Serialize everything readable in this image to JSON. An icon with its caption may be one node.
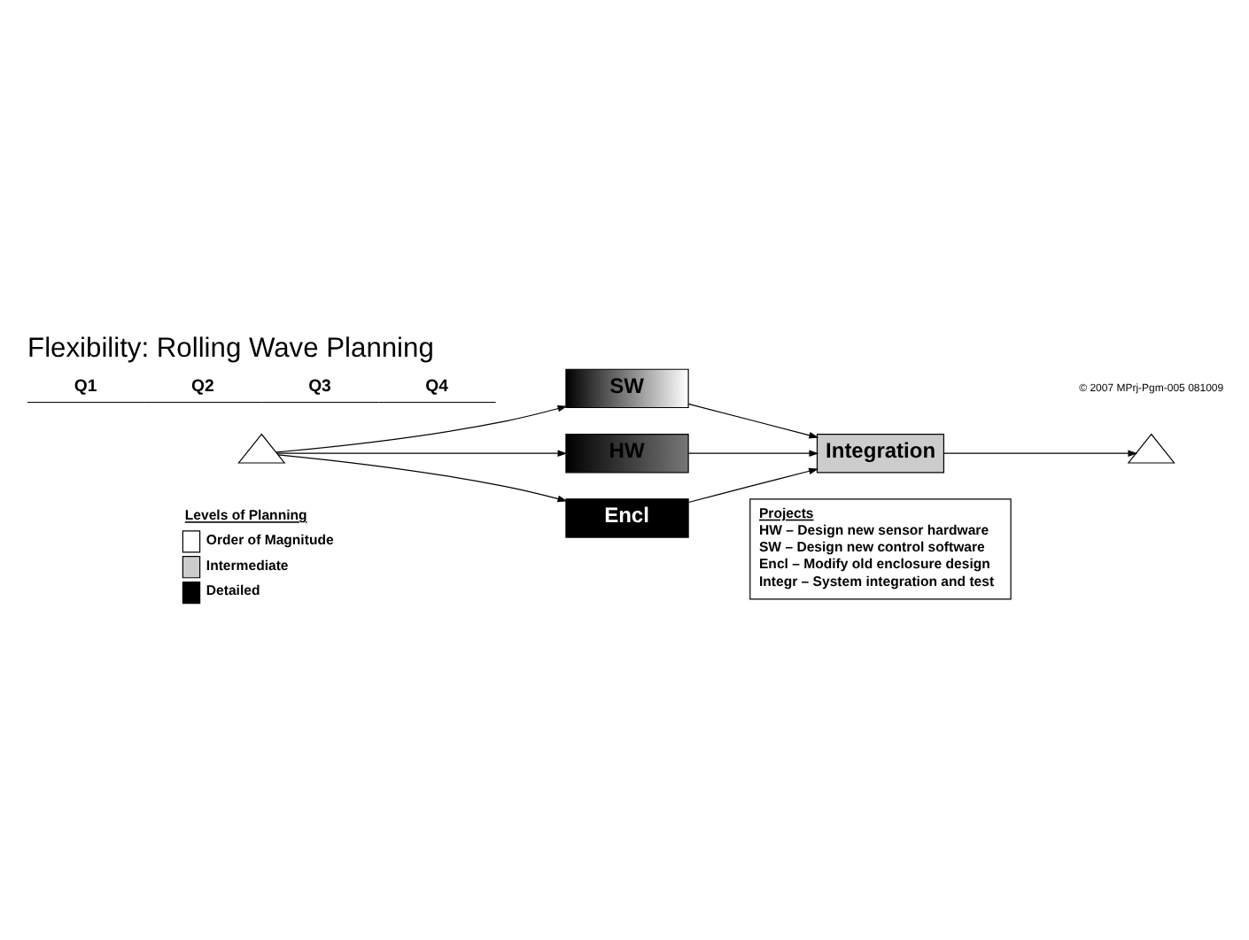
{
  "diagram": {
    "title": "Flexibility: Rolling Wave Planning",
    "nodes": [
      {
        "text": [],
        "shape": "triangle"
      },
      {
        "text": [
          "SW"
        ]
      },
      {
        "text": [
          "HW"
        ]
      },
      {
        "text": [
          "Encl"
        ]
      },
      {
        "text": [
          "Integration"
        ]
      },
      {
        "text": [],
        "shape": "triangle"
      },
      {
        "text": [
          "Projects",
          "HW – Design new sensor hardware",
          "SW – Design new control software",
          "Encl – Modify old enclosure design",
          "Integr – System integration and test"
        ]
      }
    ],
    "edges": [
      {
        "from": 0,
        "to": 1,
        "arrow": "to"
      },
      {
        "from": 0,
        "to": 2,
        "arrow": "to"
      },
      {
        "from": 0,
        "to": 3,
        "arrow": "to"
      },
      {
        "from": 1,
        "to": 4,
        "arrow": "to"
      },
      {
        "from": 2,
        "to": 4,
        "arrow": "to"
      },
      {
        "from": 3,
        "to": 4,
        "arrow": "to"
      },
      {
        "from": 4,
        "to": 5,
        "arrow": "to"
      }
    ],
    "labels": [
      "© 2007 MPrj-Pgm-005 081009",
      "Q1",
      "Q2",
      "Q3",
      "Q4",
      "Levels of Planning"
    ],
    "legend": [
      {
        "text": "Order of Magnitude",
        "color": "#ffffff"
      },
      {
        "text": "Intermediate",
        "color": "#cccccc"
      },
      {
        "text": "Detailed",
        "color": "#000000"
      }
    ]
  }
}
